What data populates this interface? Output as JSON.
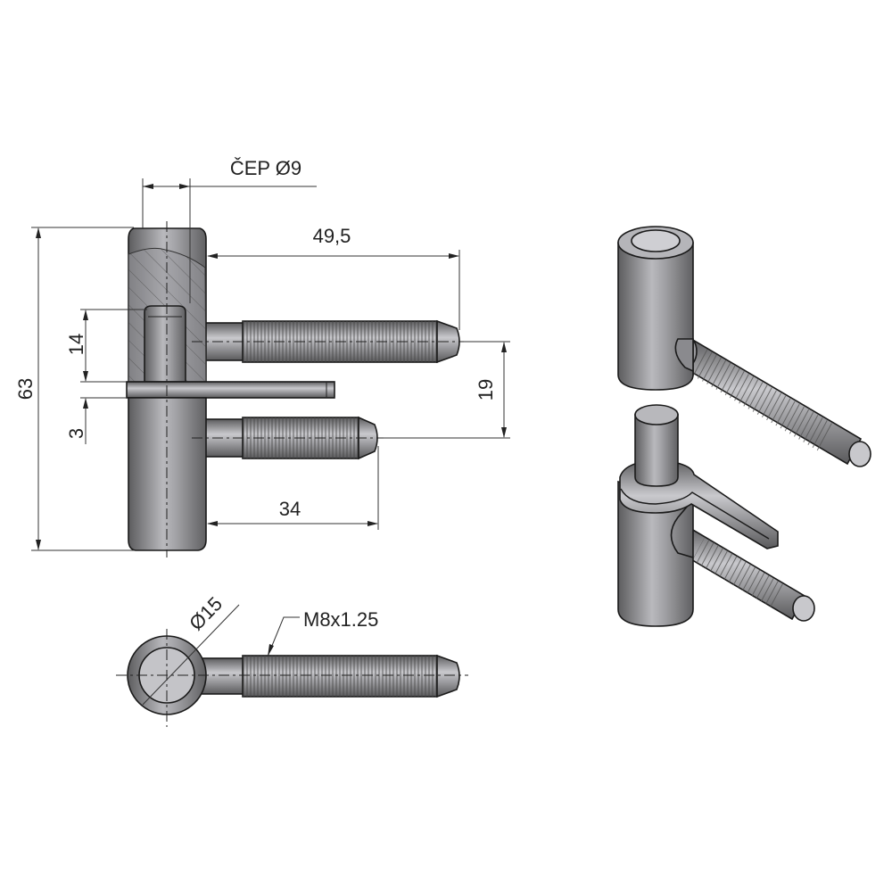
{
  "title": "Hinge technical drawing",
  "dimensions": {
    "pin": "ČEP Ø9",
    "total_height": "63",
    "upper_screw_length": "49,5",
    "lower_screw_length": "34",
    "pin_height": "14",
    "collar_thickness": "3",
    "screw_spacing": "19",
    "body_diameter": "Ø15",
    "thread": "M8x1.25"
  },
  "colors": {
    "metal_dark": "#6e6e70",
    "metal_light": "#c8c8cc",
    "line": "#1a1a1a"
  }
}
